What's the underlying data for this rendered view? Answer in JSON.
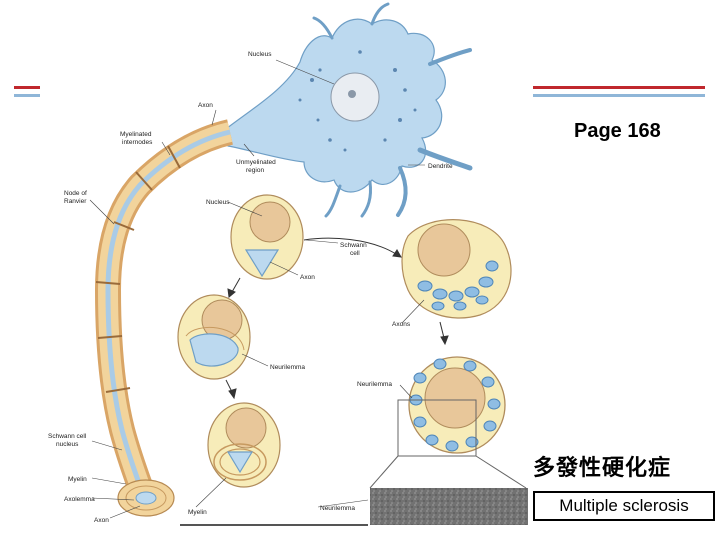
{
  "page": {
    "page_label": "Page 168",
    "title_zh": "多發性硬化症",
    "title_en": "Multiple sclerosis"
  },
  "figure": {
    "labels": {
      "nucleus_top": "Nucleus",
      "axon_top": "Axon",
      "myelinated_1": "Myelinated",
      "myelinated_2": "internodes",
      "unmyelinated_1": "Unmyelinated",
      "unmyelinated_2": "region",
      "dendrite": "Dendrite",
      "node_1": "Node of",
      "node_2": "Ranvier",
      "nucleus_mid": "Nucleus",
      "schwann_1": "Schwann",
      "schwann_2": "cell",
      "axon_mid": "Axon",
      "axons": "Axons",
      "neurilemma_1": "Neurilemma",
      "neurilemma_2": "Neurilemma",
      "schwann_nucleus_1": "Schwann cell",
      "schwann_nucleus_2": "nucleus",
      "myelin_1": "Myelin",
      "axolemma": "Axolemma",
      "axon_bottom": "Axon",
      "myelin_2": "Myelin",
      "neurilemma_3": "Neurilemma"
    }
  },
  "colors": {
    "rule_red": "#c0282d",
    "rule_blue": "#8fb6d8",
    "neuron_blue": "#bcd9ef",
    "myelin_tan": "#f2d49c",
    "schwann_yellow": "#f7ecb9"
  }
}
